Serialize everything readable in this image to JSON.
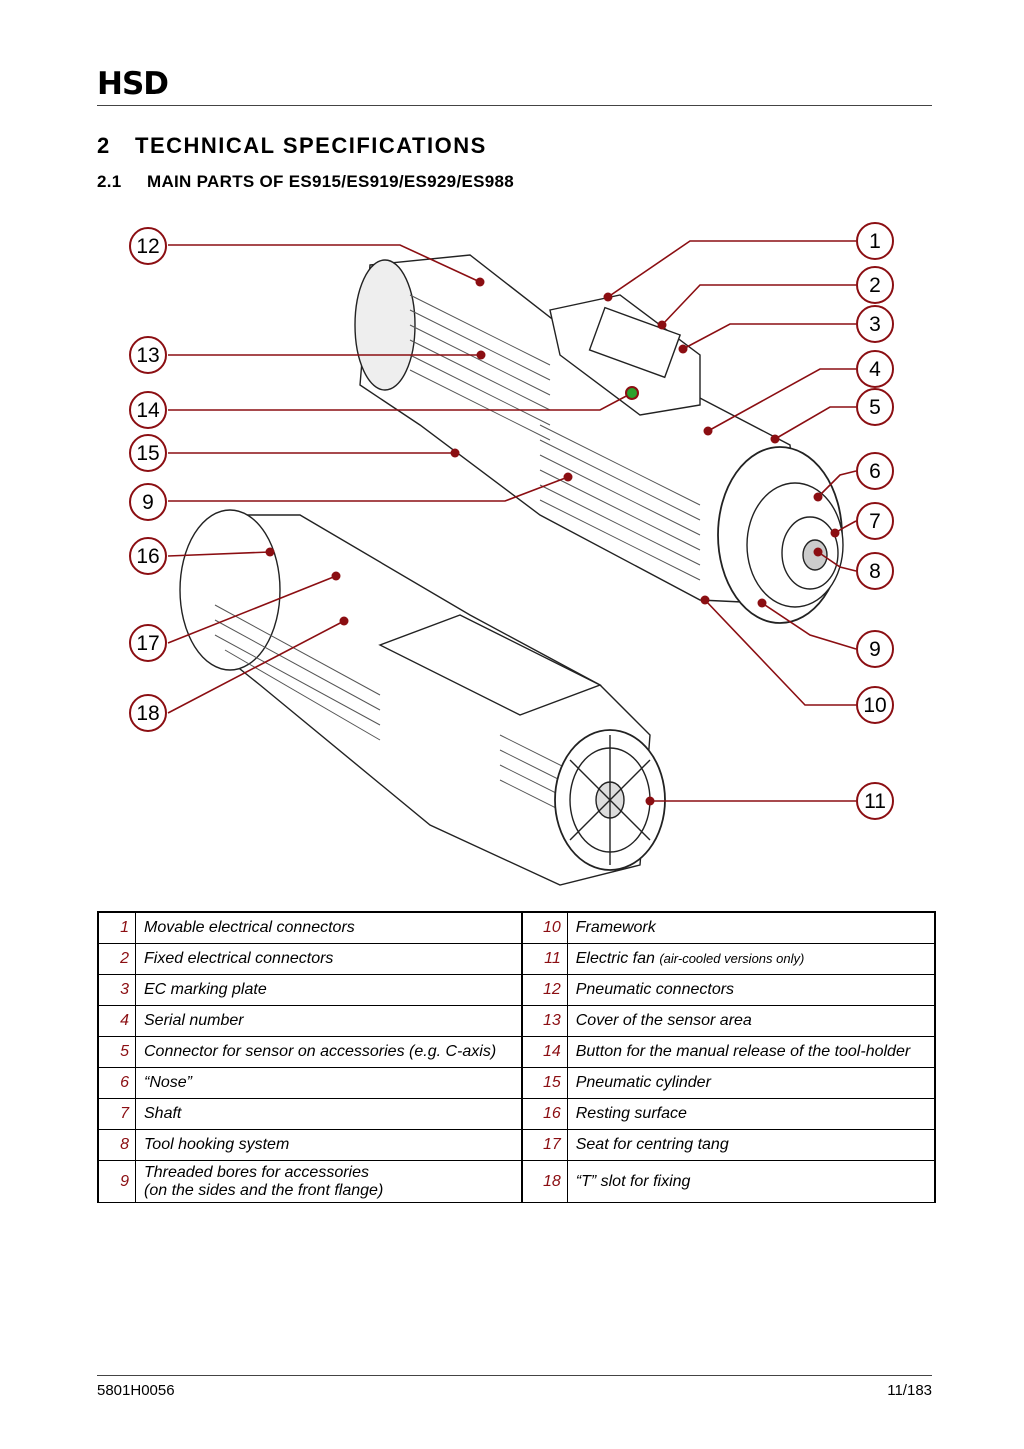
{
  "header": {
    "logo": "HSD"
  },
  "section": {
    "number": "2",
    "title": "TECHNICAL SPECIFICATIONS"
  },
  "subsection": {
    "number": "2.1",
    "title": "MAIN PARTS OF ES915/ES919/ES929/ES988"
  },
  "figure": {
    "callouts_left": [
      "12",
      "13",
      "14",
      "15",
      "9",
      "16",
      "17",
      "18"
    ],
    "callouts_right": [
      "1",
      "2",
      "3",
      "4",
      "5",
      "6",
      "7",
      "8",
      "9",
      "10",
      "11"
    ],
    "accent_color": "#8b0e12"
  },
  "parts": [
    {
      "left_num": "1",
      "left_text": "Movable electrical connectors",
      "right_num": "10",
      "right_text": "Framework",
      "right_note": ""
    },
    {
      "left_num": "2",
      "left_text": "Fixed electrical connectors",
      "right_num": "11",
      "right_text": "Electric fan",
      "right_note": "(air-cooled versions only)"
    },
    {
      "left_num": "3",
      "left_text": "EC marking plate",
      "right_num": "12",
      "right_text": "Pneumatic connectors",
      "right_note": ""
    },
    {
      "left_num": "4",
      "left_text": "Serial number",
      "right_num": "13",
      "right_text": "Cover of the sensor area",
      "right_note": ""
    },
    {
      "left_num": "5",
      "left_text": "Connector for sensor on accessories (e.g. C-axis)",
      "right_num": "14",
      "right_text": "Button for the manual release of the tool-holder",
      "right_note": ""
    },
    {
      "left_num": "6",
      "left_text": "“Nose”",
      "right_num": "15",
      "right_text": "Pneumatic cylinder",
      "right_note": ""
    },
    {
      "left_num": "7",
      "left_text": "Shaft",
      "right_num": "16",
      "right_text": "Resting surface",
      "right_note": ""
    },
    {
      "left_num": "8",
      "left_text": "Tool hooking system",
      "right_num": "17",
      "right_text": "Seat for centring tang",
      "right_note": ""
    },
    {
      "left_num": "9",
      "left_text": "Threaded bores for accessories",
      "left_text_2": "(on the sides and the front flange)",
      "right_num": "18",
      "right_text": "“T” slot for fixing",
      "right_note": ""
    }
  ],
  "footer": {
    "doc_code": "5801H0056",
    "page": "11/183"
  }
}
